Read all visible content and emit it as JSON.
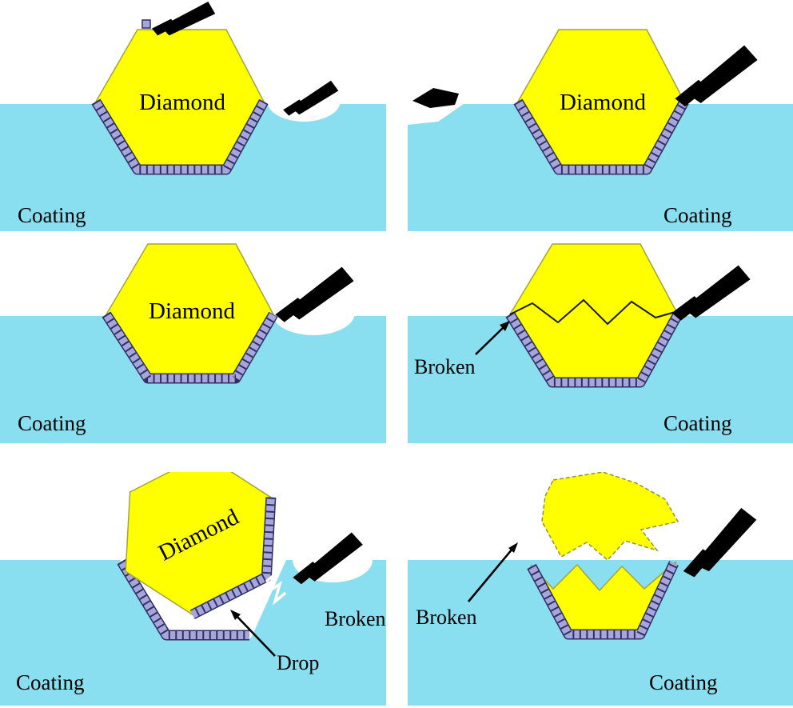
{
  "colors": {
    "background": "#FFFFFF",
    "coating": "#89DFF0",
    "diamond": "#FFFF00",
    "bond_brick_fill": "#A6A6DC",
    "bond_brick_outline": "#2F2F62",
    "diamond_outline": "#A2A43C",
    "tool": "#000000",
    "text": "#000000"
  },
  "panels": [
    {
      "position": "top-left",
      "diamond": "Diamond",
      "coating": "Coating"
    },
    {
      "position": "top-right",
      "diamond": "Diamond",
      "coating": "Coating"
    },
    {
      "position": "middle-left",
      "diamond": "Diamond",
      "coating": "Coating"
    },
    {
      "position": "middle-right",
      "broken": "Broken",
      "coating": "Coating"
    },
    {
      "position": "bottom-left",
      "diamond": "Diamond",
      "broken": "Broken",
      "drop": "Drop",
      "coating": "Coating"
    },
    {
      "position": "bottom-right",
      "broken": "Broken",
      "coating": "Coating"
    }
  ]
}
